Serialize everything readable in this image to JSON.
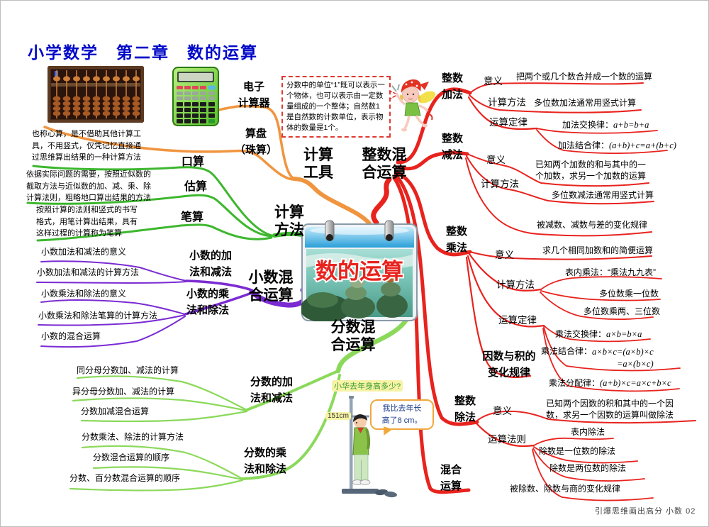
{
  "title": "小学数学　第二章　数的运算",
  "center_label": "数的运算",
  "footer": "引爆思维画出高分  小数 02",
  "callout": "分数中的单位“1”既可以表示一个物体，也可以表示由一定数量组成的一个整体；自然数1是自然数的计数单位，表示物体的数量是1个。",
  "colors": {
    "title_blue": "#0008c8",
    "branch_red": "#e8231e",
    "branch_orange": "#f0953f",
    "branch_green": "#3db72e",
    "branch_light_green": "#8bd95b",
    "branch_purple": "#7b2bd2",
    "center_text_red": "#e8231e",
    "callout_border_red": "#e03a30"
  },
  "tools": {
    "label": "计算\n工具",
    "electronic": "电子\n计算器",
    "abacus": "算盘\n（珠算）"
  },
  "methods": {
    "label": "计算\n方法",
    "oral": "口算",
    "oral_desc": "也称心算，是不借助其他计算工具，不用竖式，仅凭记忆直接通过思维算出结果的一种计算方法",
    "estimate": "估算",
    "estimate_desc": "依据实际问题的需要，按照近似数的截取方法与近似数的加、减、乘、除计算法则，粗略地口算出结果的方法",
    "written": "笔算",
    "written_desc": "按照计算的法则和竖式的书写格式，用笔计算出结果，具有这样过程的计算称为笔算"
  },
  "decimal": {
    "label": "小数混\n合运算",
    "addsub_label": "小数的加\n法和减法",
    "addsub_items": [
      "小数加法和减法的意义",
      "小数加法和减法的计算方法"
    ],
    "muldiv_label": "小数的乘\n法和除法",
    "muldiv_items": [
      "小数乘法和除法的意义",
      "小数乘法和除法笔算的计算方法",
      "小数的混合运算"
    ]
  },
  "fraction": {
    "label": "分数混\n合运算",
    "addsub_label": "分数的加\n法和减法",
    "addsub_items": [
      "同分母分数加、减法的计算",
      "异分母分数加、减法的计算",
      "分数加减混合运算"
    ],
    "muldiv_label": "分数的乘\n法和除法",
    "muldiv_items": [
      "分数乘法、除法的计算方法",
      "分数混合运算的顺序",
      "分数、百分数混合运算的顺序"
    ]
  },
  "integer": {
    "label": "整数混\n合运算",
    "add": {
      "label": "整数\n加法",
      "meaning_k": "意义",
      "meaning": "把两个或几个数合并成一个数的运算",
      "method_k": "计算方法",
      "method": "多位数加法通常用竖式计算",
      "laws_k": "运算定律",
      "law1_k": "加法交换律：",
      "law1_f": "a+b=b+a",
      "law2_k": "加法结合律：",
      "law2_f": "(a+b)+c=a+(b+c)"
    },
    "sub": {
      "label": "整数\n减法",
      "meaning_k": "意义",
      "meaning": "已知两个加数的和与其中的一\n个加数，求另一个加数的运算",
      "method_k": "计算方法",
      "method": "多位数减法通常用竖式计算",
      "rule": "被减数、减数与差的变化规律"
    },
    "mul": {
      "label": "整数\n乘法",
      "meaning_k": "意义",
      "meaning": "求几个相同加数和的简便运算",
      "method_k": "计算方法",
      "methods": [
        "表内乘法：“乘法九九表”",
        "多位数乘一位数",
        "多位数乘两、三位数"
      ],
      "laws_k": "运算定律",
      "law1_k": "乘法交换律：",
      "law1_f": "a×b=b×a",
      "law2_k": "乘法结合律：",
      "law2_f": "a×b×c=(a×b)×c\n=a×(b×c)",
      "law3_k": "乘法分配律：",
      "law3_f": "(a+b)×c=a×c+b×c",
      "factor": "因数与积的\n变化规律"
    },
    "div": {
      "label": "整数\n除法",
      "meaning_k": "意义",
      "meaning": "已知两个因数的积和其中的一个因\n数，求另一个因数的运算叫做除法",
      "rules_k": "运算法则",
      "rules": [
        "表内除法",
        "除数是一位数的除法",
        "除数是两位数的除法",
        "被除数、除数与商的变化规律"
      ]
    },
    "mixed": {
      "label": "混合\n运算"
    }
  },
  "scene": {
    "question": "小华去年身高多少?",
    "height_mark": "151cm",
    "bubble": "我比去年长\n高了8 cm。"
  }
}
